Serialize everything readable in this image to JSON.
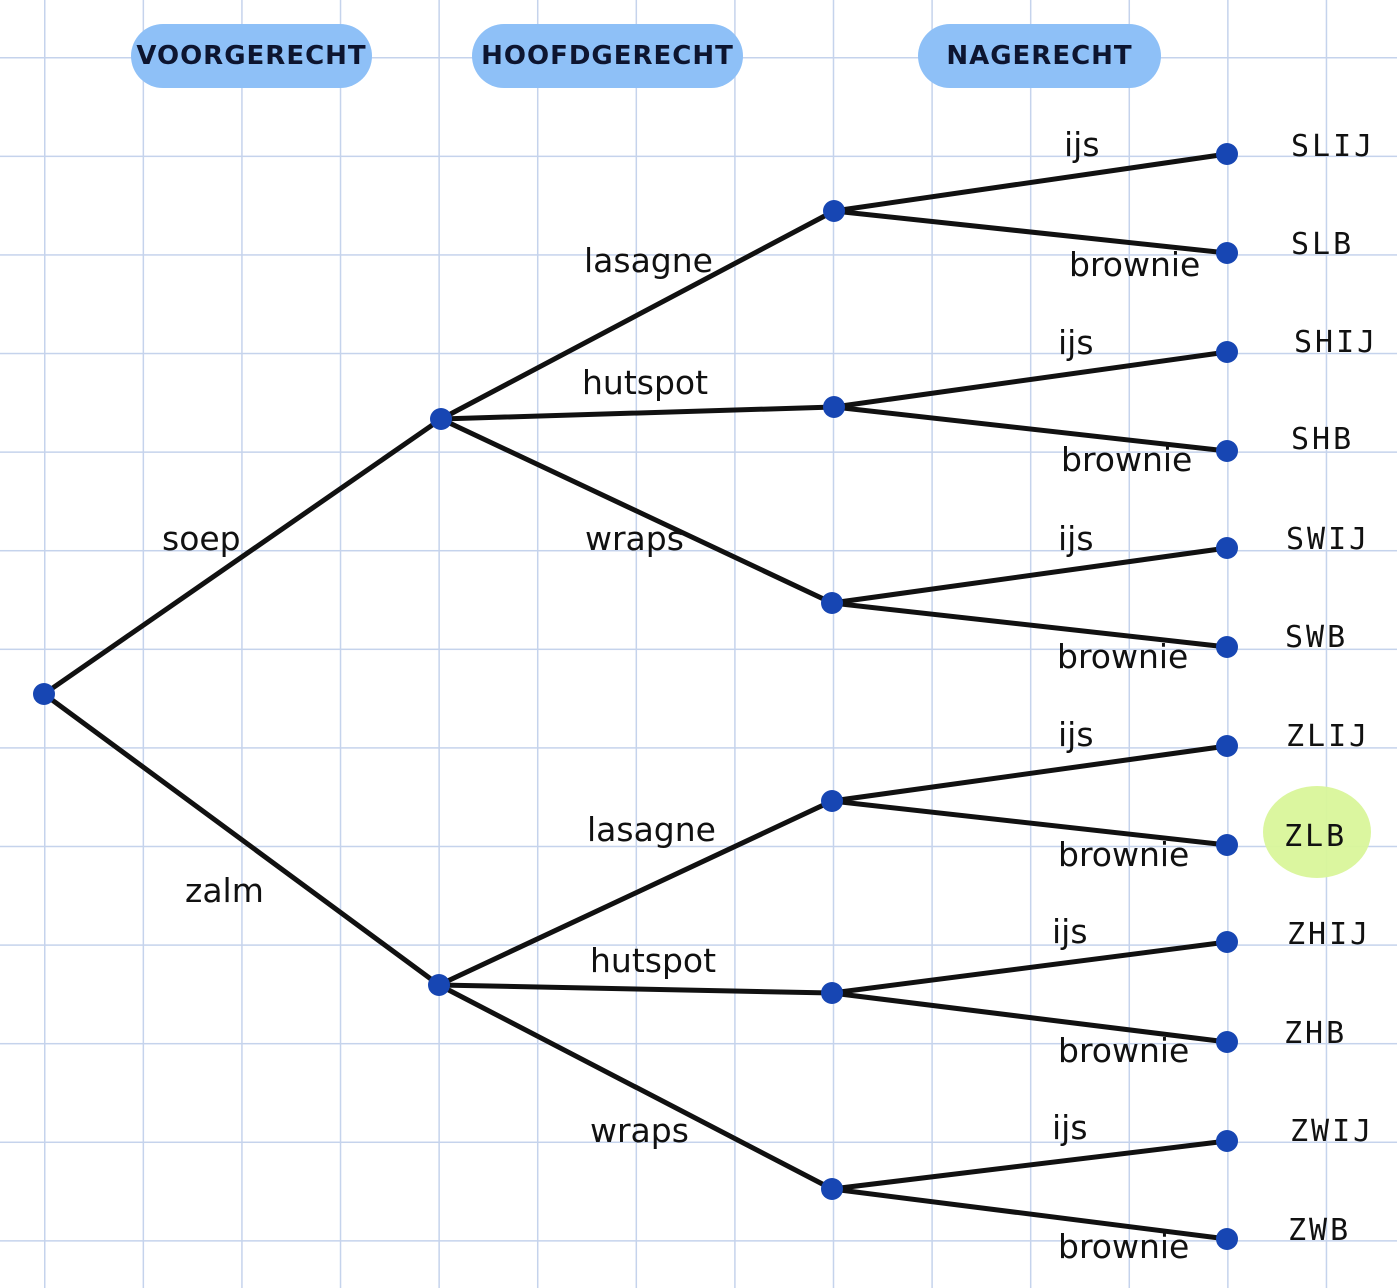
{
  "headers": {
    "voorgerecht": "VOORGERECHT",
    "hoofdgerecht": "HOOFDGERECHT",
    "nagerecht": "NAGERECHT"
  },
  "tree": {
    "level1": {
      "soep": "soep",
      "zalm": "zalm"
    },
    "level2": {
      "soep_lasagne": "lasagne",
      "soep_hutspot": "hutspot",
      "soep_wraps": "wraps",
      "zalm_lasagne": "lasagne",
      "zalm_hutspot": "hutspot",
      "zalm_wraps": "wraps"
    },
    "level3": {
      "sl_ijs": "ijs",
      "sl_brownie": "brownie",
      "sh_ijs": "ijs",
      "sh_brownie": "brownie",
      "sw_ijs": "ijs",
      "sw_brownie": "brownie",
      "zl_ijs": "ijs",
      "zl_brownie": "brownie",
      "zh_ijs": "ijs",
      "zh_brownie": "brownie",
      "zw_ijs": "ijs",
      "zw_brownie": "brownie"
    },
    "outcomes": [
      "SLIJ",
      "SLB",
      "SHIJ",
      "SHB",
      "SWIJ",
      "SWB",
      "ZLIJ",
      "ZLB",
      "ZHIJ",
      "ZHB",
      "ZWIJ",
      "ZWB"
    ],
    "highlighted_outcome": "ZLB"
  },
  "colors": {
    "node": "#1746b3",
    "edge": "#111111",
    "header_pill": "#8ec0f7",
    "highlight": "#d9f59a",
    "grid": "#c5d3ec"
  }
}
